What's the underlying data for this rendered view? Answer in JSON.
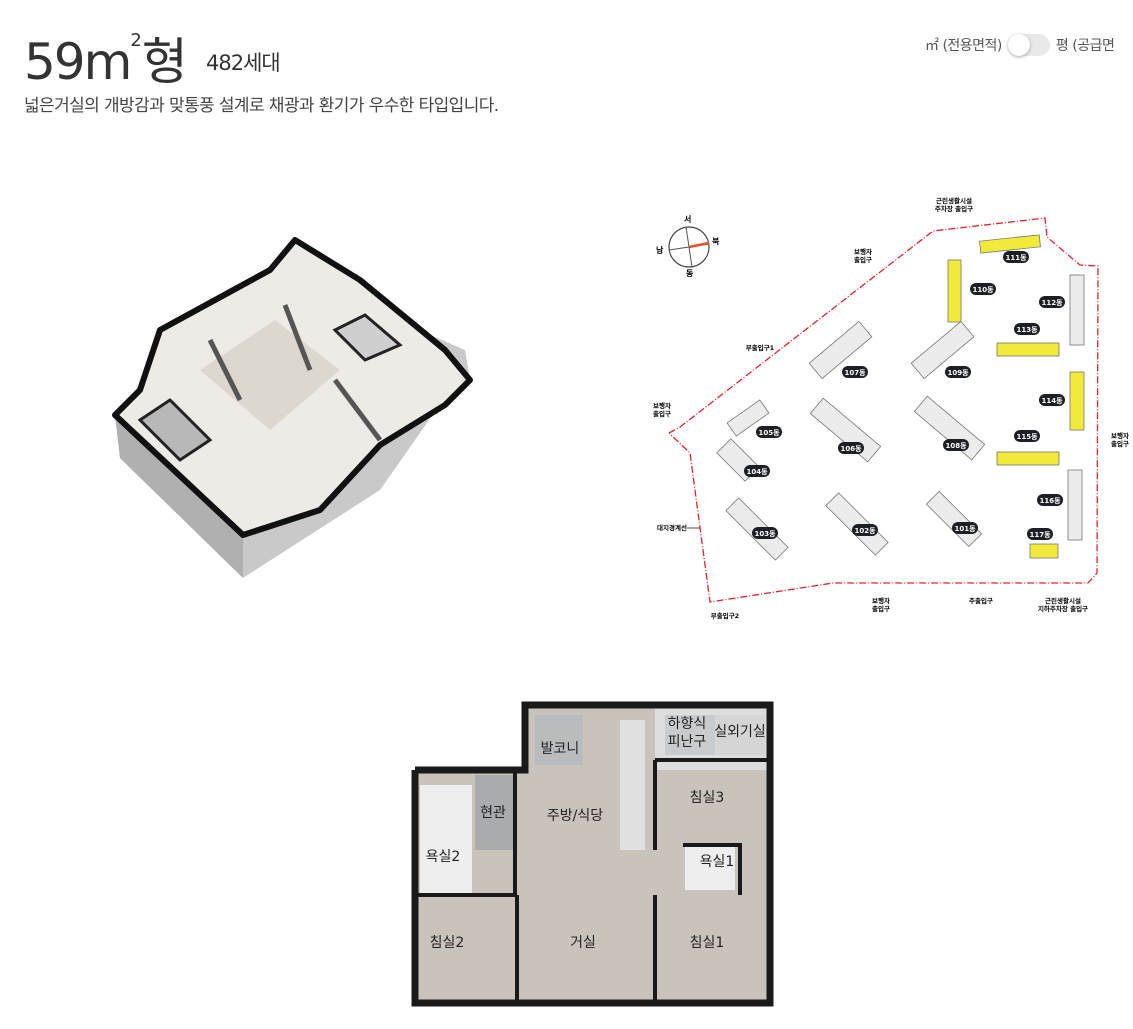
{
  "header": {
    "title": "59m",
    "title_sup": "2",
    "title_suffix": "형",
    "households": "482세대",
    "description": "넓은거실의 개방감과 맞통풍 설계로 채광과 환기가 우수한 타입입니다."
  },
  "unit_toggle": {
    "left_label": "㎡ (전용면적)",
    "right_label": "평 (공급면",
    "state": "off"
  },
  "site_plan": {
    "compass": {
      "west": "서",
      "north": "북",
      "south": "남",
      "east": "동"
    },
    "buildings": [
      "111동",
      "110동",
      "112동",
      "113동",
      "107동",
      "109동",
      "114동",
      "105동",
      "106동",
      "108동",
      "115동",
      "104동",
      "116동",
      "103동",
      "102동",
      "101동",
      "117동"
    ],
    "entrances": [
      {
        "l1": "근린생활시설",
        "l2": "주차장 출입구"
      },
      {
        "l1": "보행자",
        "l2": "출입구"
      },
      {
        "l1": "부출입구1",
        "l2": ""
      },
      {
        "l1": "보행자",
        "l2": "출입구"
      },
      {
        "l1": "보행자",
        "l2": "출입구"
      },
      {
        "l1": "부출입구2",
        "l2": ""
      },
      {
        "l1": "보행자",
        "l2": "출입구"
      },
      {
        "l1": "주출입구",
        "l2": ""
      },
      {
        "l1": "근린생활시설",
        "l2": "지하주차장 출입구"
      }
    ],
    "boundary_label": "대지경계선",
    "highlight_color": "#f2ea3a",
    "boundary_color": "#e8202a"
  },
  "floor_plan": {
    "rooms": [
      "발코니",
      "하향식",
      "피난구",
      "실외기실",
      "현관",
      "주방/식당",
      "침실3",
      "욕실2",
      "욕실1",
      "침실2",
      "거실",
      "침실1"
    ]
  }
}
